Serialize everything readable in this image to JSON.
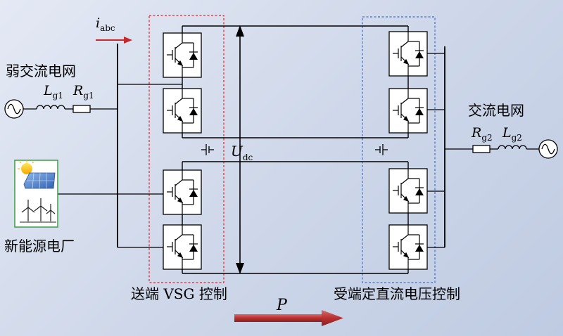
{
  "labels": {
    "current_symbol": "i",
    "current_sub": "abc",
    "weak_grid": "弱交流电网",
    "lg1": "L",
    "lg1_sub": "g1",
    "rg1": "R",
    "rg1_sub": "g1",
    "ac_grid": "交流电网",
    "rg2": "R",
    "rg2_sub": "g2",
    "lg2": "L",
    "lg2_sub": "g2",
    "udc": "U",
    "udc_sub": "dc",
    "new_energy_plant": "新能源电厂",
    "send_control": "送端 VSG 控制",
    "receive_control": "受端定直流电压控制",
    "power": "P"
  },
  "colors": {
    "send_box": "#e32626",
    "receive_box": "#3f6fd1",
    "arrow": "#b83030",
    "wire": "#000000",
    "module_fill": "#ffffff"
  },
  "icons": {
    "ac_source": "ac-source-sine-icon",
    "igbt": "igbt-diode-module-icon",
    "solar": "solar-panel-icon",
    "wind": "wind-turbine-icon",
    "capacitor": "capacitor-icon"
  }
}
